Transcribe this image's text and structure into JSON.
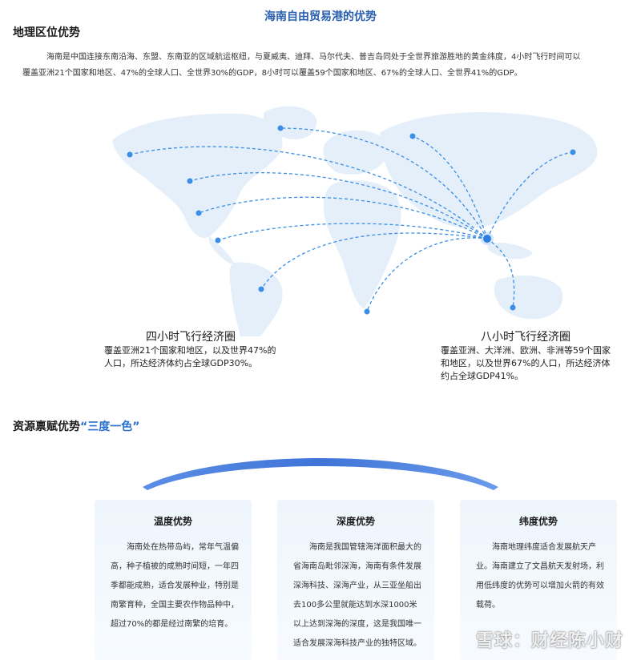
{
  "page": {
    "title": "海南自由贸易港的优势"
  },
  "geo": {
    "heading": "地理区位优势",
    "intro": "海南是中国连接东南沿海、东盟、东南亚的区域航运枢纽，与夏威夷、迪拜、马尔代夫、普吉岛同处于全世界旅游胜地的黄金纬度，4小时飞行时间可以覆盖亚洲21个国家和地区、47%的全球人口、全世界30%的GDP，8小时可以覆盖59个国家和地区、67%的全球人口、全世界41%的GDP。",
    "circle4": {
      "title": "四小时飞行经济圈",
      "desc": "覆盖亚洲21个国家和地区，以及世界47%的人口，所达经济体约占全球GDP30%。"
    },
    "circle8": {
      "title": "八小时飞行经济圈",
      "desc": "覆盖亚洲、大洋洲、欧洲、非洲等59个国家和地区，以及世界67%的人口，所达经济体约占全球GDP41%。"
    }
  },
  "resource": {
    "heading_prefix": "资源禀赋优势",
    "heading_highlight": "“三度一色”",
    "cards": [
      {
        "title": "温度优势",
        "body": "海南处在热带岛屿，常年气温偏高，种子植被的成熟时间短，一年四季都能成熟，适合发展种业，特别是南繁育种，全国主要农作物品种中，超过70%的都是经过南繁的培育。"
      },
      {
        "title": "深度优势",
        "body": "海南是我国管辖海洋面积最大的省海南岛毗邻深海，海南有条件发展深海科技、深海产业，从三亚坐船出去100多公里就能达到水深1000米以上达到深海的深度，这是我国唯一适合发展深海科技产业的独特区域。"
      },
      {
        "title": "纬度优势",
        "body": "海南地理纬度适合发展航天产业。海南建立了文昌航天发射场，利用低纬度的优势可以增加火箭的有效载荷。"
      }
    ]
  },
  "watermark": "雪球：财经陈小财",
  "colors": {
    "accent": "#2a5fb0",
    "route": "#3a8ee6",
    "map_land": "#e4effa",
    "card_bg": "#eef5fc"
  }
}
